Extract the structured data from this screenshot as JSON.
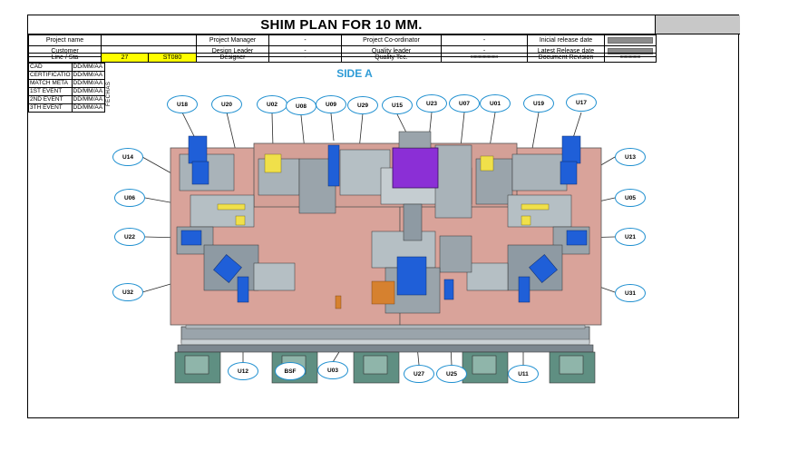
{
  "header": {
    "title": "SHIM PLAN FOR 10 MM.",
    "rows": [
      [
        "Project name",
        "",
        "Project Manager",
        "-",
        "Project Co-ordinator",
        "-",
        "Inicial release date",
        ""
      ],
      [
        "Customer",
        "",
        "Design Leader",
        "-",
        "Quality leader",
        "-",
        "Latest Release date",
        ""
      ],
      [
        "Line / Sta",
        "27",
        "ST080",
        "Designer",
        "-",
        "Quality Tec.",
        "xxxxxxxxxxxx",
        "Document Revision",
        "xxxxxxxxx"
      ]
    ]
  },
  "dates": {
    "vertical_label": "FECHAS",
    "rows": [
      {
        "label": "CAD",
        "value": "DD/MM/AA"
      },
      {
        "label": "CERTIFICATIO",
        "value": "DD/MM/AA"
      },
      {
        "label": "MATCH META",
        "value": "DD/MM/AA"
      },
      {
        "label": "1ST EVENT",
        "value": "DD/MM/AA"
      },
      {
        "label": "2ND EVENT",
        "value": "DD/MM/AA"
      },
      {
        "label": "3TH EVENT",
        "value": "DD/MM/AA"
      }
    ]
  },
  "view_title": "SIDE A",
  "callouts": [
    "U18",
    "U20",
    "U02",
    "U08",
    "U09",
    "U29",
    "U15",
    "U23",
    "U07",
    "U01",
    "U19",
    "U17",
    "U14",
    "U13",
    "U06",
    "U05",
    "U22",
    "U21",
    "U32",
    "U31",
    "U12",
    "BSF",
    "U03",
    "U27",
    "U25",
    "U11"
  ],
  "colors": {
    "callout_border": "#1e8fd0",
    "side_a_text": "#2e9bd6",
    "plate": "#d9a39a",
    "highlight_yellow": "#ffff00",
    "purple_block": "#8b2fd6",
    "blue_clamp": "#1f5fd8",
    "frame_gray": "#8e9aa3",
    "teal_leg": "#5f8f82"
  }
}
